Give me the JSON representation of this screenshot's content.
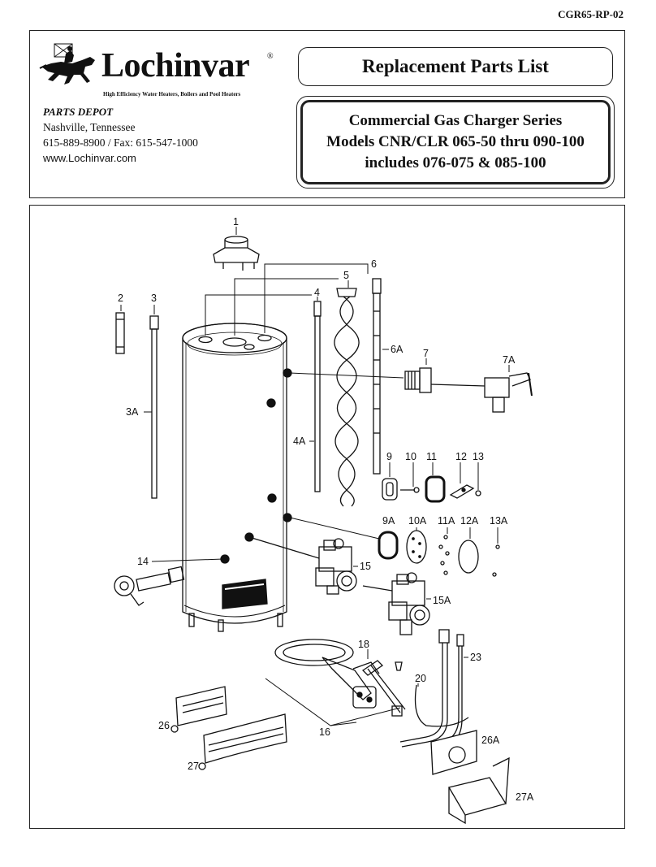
{
  "doc_code": "CGR65-RP-02",
  "brand": {
    "name": "Lochinvar",
    "registered": "®",
    "tagline": "High Efficiency Water Heaters, Boilers and Pool Heaters"
  },
  "depot": {
    "title": "PARTS DEPOT",
    "city": "Nashville, Tennessee",
    "phone": "615-889-8900 / Fax: 615-547-1000",
    "web": "www.Lochinvar.com"
  },
  "title": "Replacement Parts List",
  "series": {
    "line1": "Commercial Gas Charger Series",
    "line2": "Models CNR/CLR 065-50 thru 090-100",
    "line3": "includes 076-075 & 085-100"
  },
  "labels": {
    "p1": "1",
    "p2": "2",
    "p3": "3",
    "p3a": "3A",
    "p4": "4",
    "p4a": "4A",
    "p5": "5",
    "p6": "6",
    "p6a": "6A",
    "p7": "7",
    "p7a": "7A",
    "p9": "9",
    "p9a": "9A",
    "p10": "10",
    "p10a": "10A",
    "p11": "11",
    "p11a": "11A",
    "p12": "12",
    "p12a": "12A",
    "p13": "13",
    "p13a": "13A",
    "p14": "14",
    "p15": "15",
    "p15a": "15A",
    "p16": "16",
    "p18": "18",
    "p20": "20",
    "p23": "23",
    "p26": "26",
    "p26a": "26A",
    "p27": "27",
    "p27a": "27A"
  }
}
